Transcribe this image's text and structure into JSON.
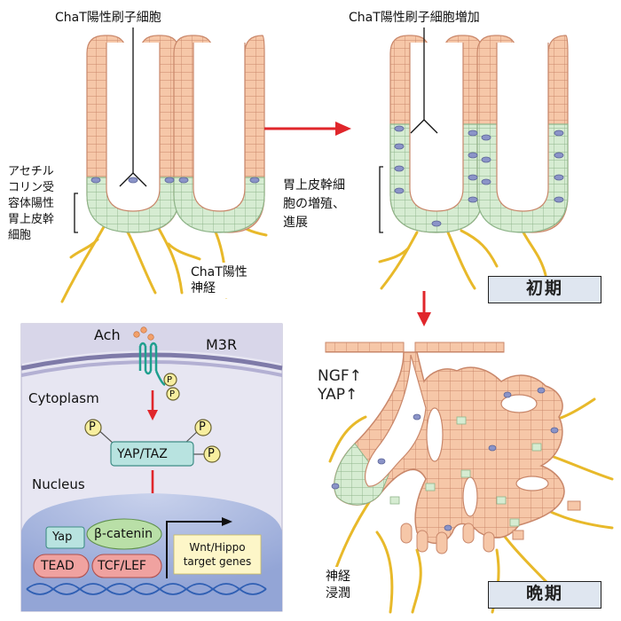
{
  "top_left": {
    "chat_tuft_label": "ChaT陽性刷子細胞",
    "progenitor_label": "アセチル\nコリン受\n容体陽性\n胃上皮幹\n細胞",
    "nerve_label": "ChaT陽性\n神経"
  },
  "top_right": {
    "chat_tuft_increase_label": "ChaT陽性刷子細胞増加",
    "stem_label": "胃上皮幹細\n胞の増殖、\n進展",
    "stage_label": "初期"
  },
  "bottom_right": {
    "markers_label": "NGF↑\nYAP↑",
    "invasion_label": "神経\n浸潤",
    "stage_label": "晩期"
  },
  "signaling": {
    "ach": "Ach",
    "m3r": "M3R",
    "cytoplasm": "Cytoplasm",
    "p": "P",
    "yap_taz": "YAP/TAZ",
    "nucleus": "Nucleus",
    "yap": "Yap",
    "beta_catenin": "β-catenin",
    "tead": "TEAD",
    "tcf_lef": "TCF/LEF",
    "target_genes": "Wnt/Hippo\ntarget genes"
  },
  "colors": {
    "epithelium": "#f6c7a8",
    "cell_border": "#c9876a",
    "stem": "#d6ecd2",
    "tuft": "#8b94c8",
    "nerve": "#e8b92a",
    "arrow": "#e0262b",
    "panel_bg": "#e7e6f2",
    "nucleus_bg": "#a9b7dd"
  }
}
